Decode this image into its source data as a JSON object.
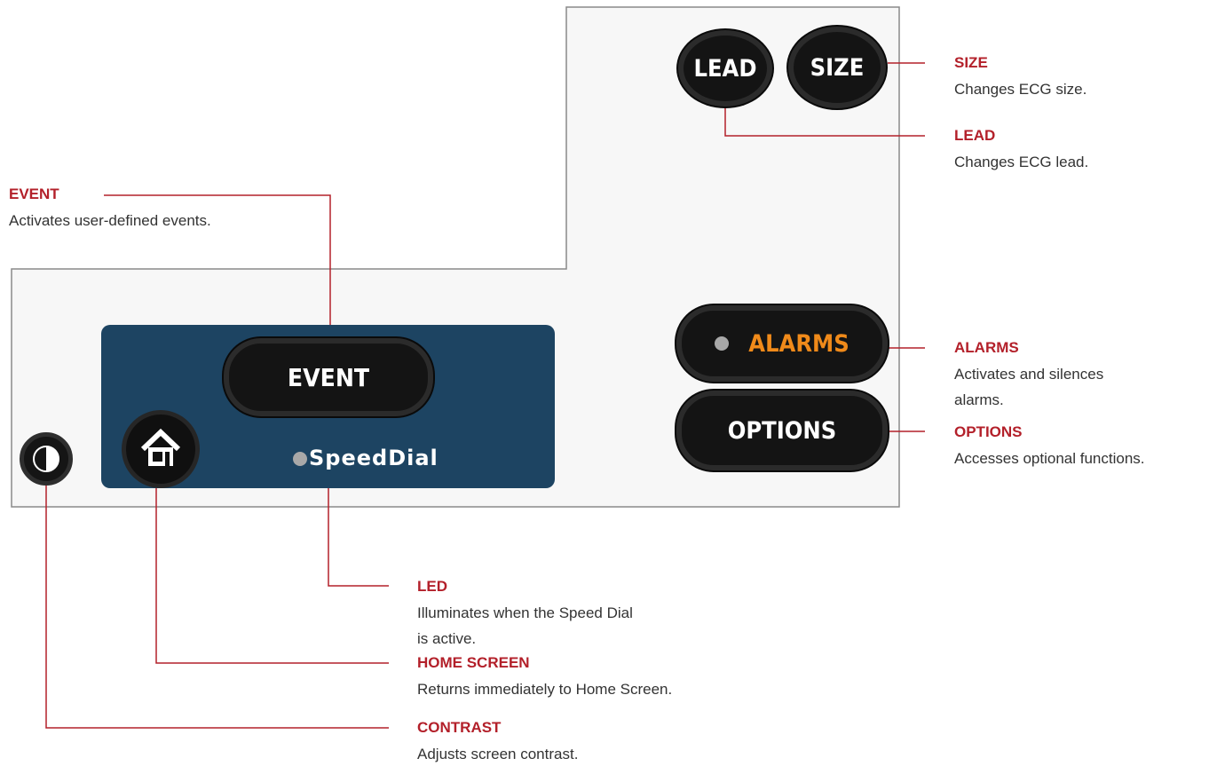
{
  "buttons": {
    "lead": "LEAD",
    "size": "SIZE",
    "event": "EVENT",
    "alarms": "ALARMS",
    "options": "OPTIONS",
    "speeddial": "SpeedDial"
  },
  "icons": {
    "home": "home-icon",
    "contrast": "contrast-icon",
    "led": "led-indicator"
  },
  "callouts": {
    "size": {
      "title": "SIZE",
      "desc": "Changes ECG size."
    },
    "lead": {
      "title": "LEAD",
      "desc": "Changes ECG lead."
    },
    "event": {
      "title": "EVENT",
      "desc": "Activates user-defined events."
    },
    "alarms": {
      "title": "ALARMS",
      "desc1": "Activates and silences",
      "desc2": "alarms."
    },
    "options": {
      "title": "OPTIONS",
      "desc": "Accesses optional functions."
    },
    "led": {
      "title": "LED",
      "desc1": "Illuminates when the Speed Dial",
      "desc2": "is active."
    },
    "home": {
      "title": "HOME SCREEN",
      "desc": "Returns immediately to Home Screen."
    },
    "contrast": {
      "title": "CONTRAST",
      "desc": "Adjusts screen contrast."
    }
  },
  "colors": {
    "callout_title": "#b3202a",
    "leader_line": "#b3202a",
    "panel_blue": "#1d4462",
    "alarms_orange": "#f08a1a"
  }
}
